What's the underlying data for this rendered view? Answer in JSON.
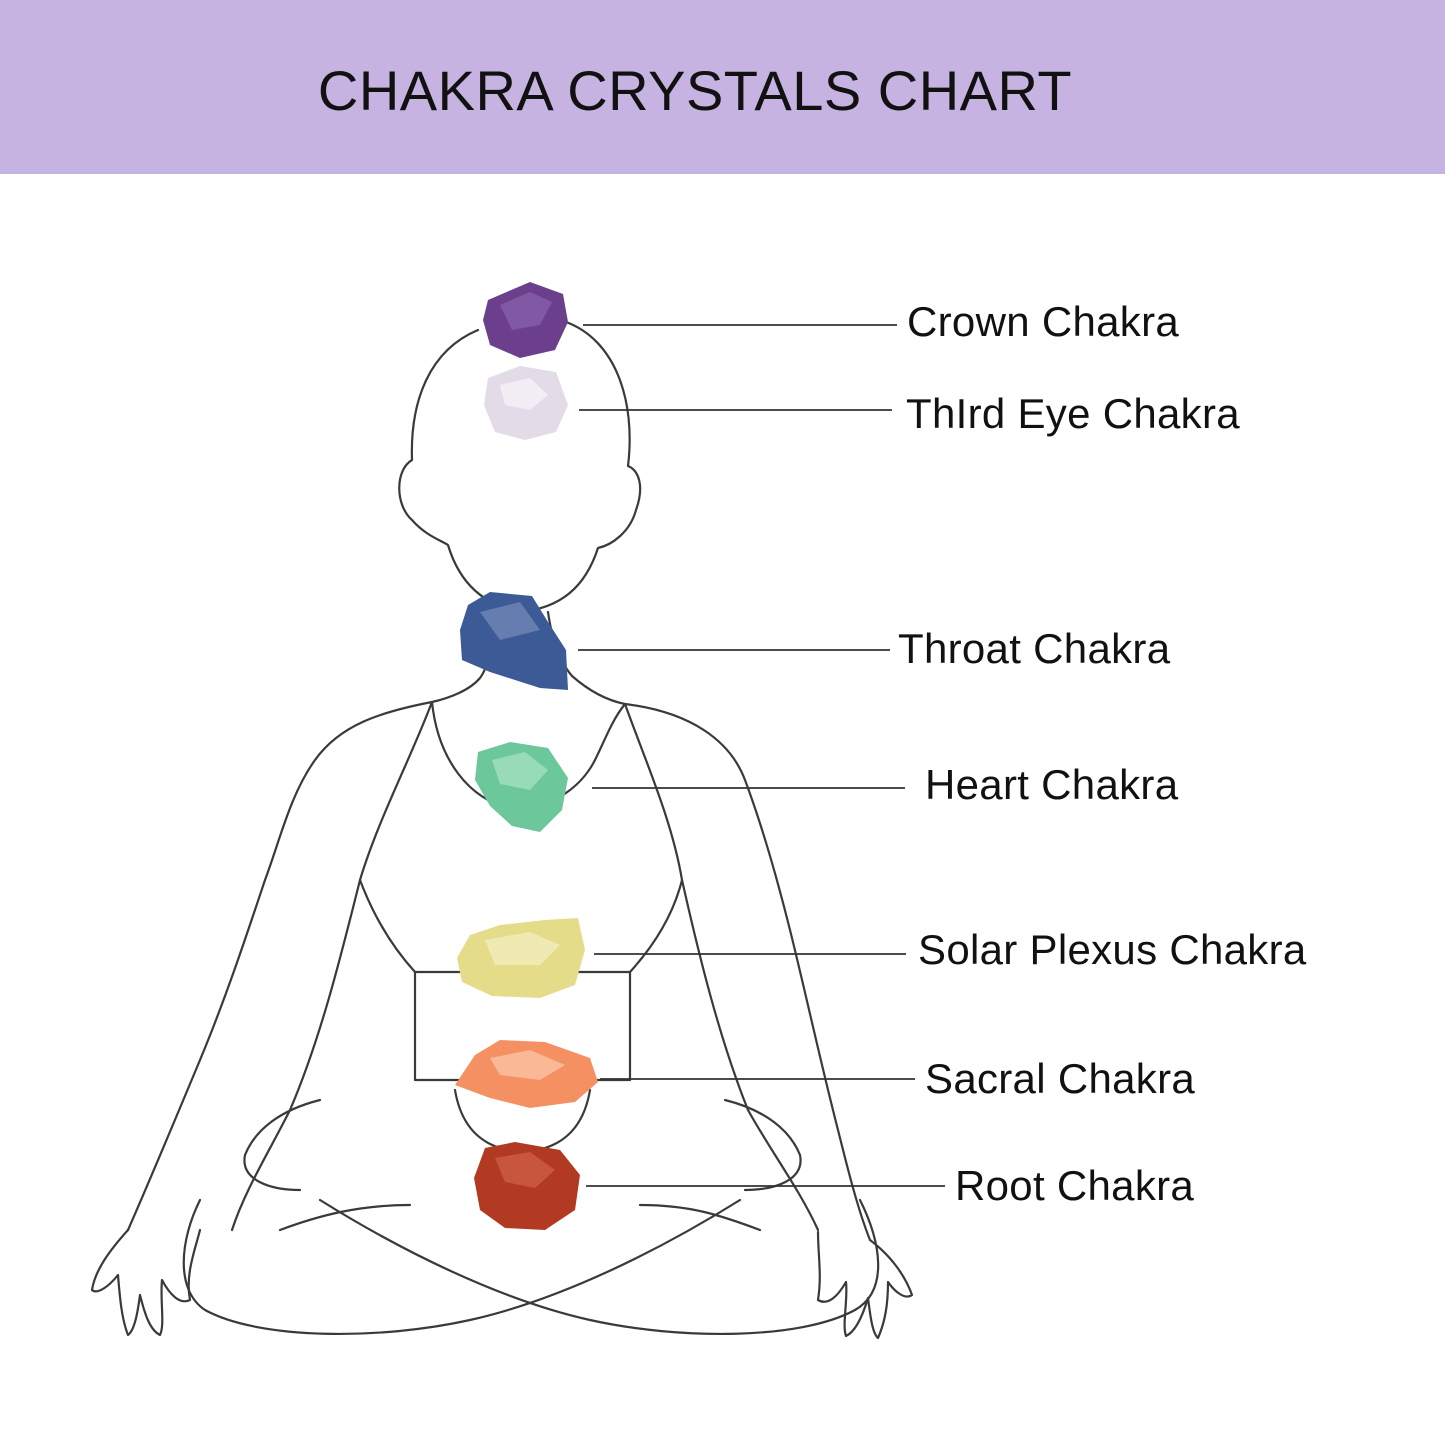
{
  "header": {
    "title": "CHAKRA CRYSTALS CHART"
  },
  "chakras": [
    {
      "label": "Crown Chakra",
      "color": "#6b3f8c"
    },
    {
      "label": "ThIrd Eye Chakra",
      "color": "#e4dbe8"
    },
    {
      "label": "Throat Chakra",
      "color": "#3c5a96"
    },
    {
      "label": "Heart Chakra",
      "color": "#6cc79a"
    },
    {
      "label": "Solar Plexus Chakra",
      "color": "#e5dc8a"
    },
    {
      "label": "Sacral Chakra",
      "color": "#f59062"
    },
    {
      "label": "Root Chakra",
      "color": "#b23a22"
    }
  ],
  "colors": {
    "header_bg": "#c6b3e1",
    "outline": "#3a3a3a"
  }
}
